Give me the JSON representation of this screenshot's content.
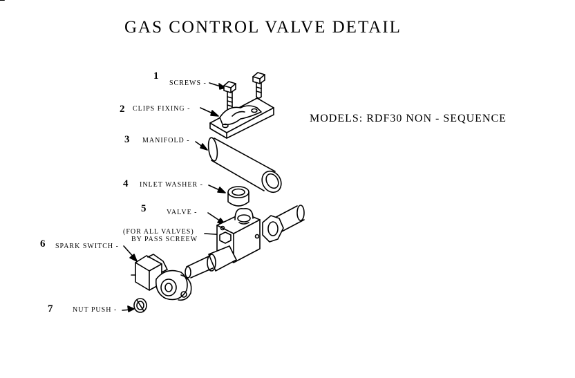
{
  "title": "GAS CONTROL VALVE DETAIL",
  "models": "MODELS: RDF30 NON - SEQUENCE",
  "parts": [
    {
      "number": "1",
      "label": "SCREWS -"
    },
    {
      "number": "2",
      "label": "CLIPS FIXING -"
    },
    {
      "number": "3",
      "label": "MANIFOLD -"
    },
    {
      "number": "4",
      "label": "INLET WASHER -"
    },
    {
      "number": "5",
      "label": "VALVE -"
    },
    {
      "number": "6",
      "label": "SPARK SWITCH -"
    },
    {
      "number": "7",
      "label": "NUT PUSH -"
    }
  ],
  "bypass_note": {
    "line1": "(FOR ALL VALVES)",
    "line2": "BY PASS SCREEW"
  }
}
